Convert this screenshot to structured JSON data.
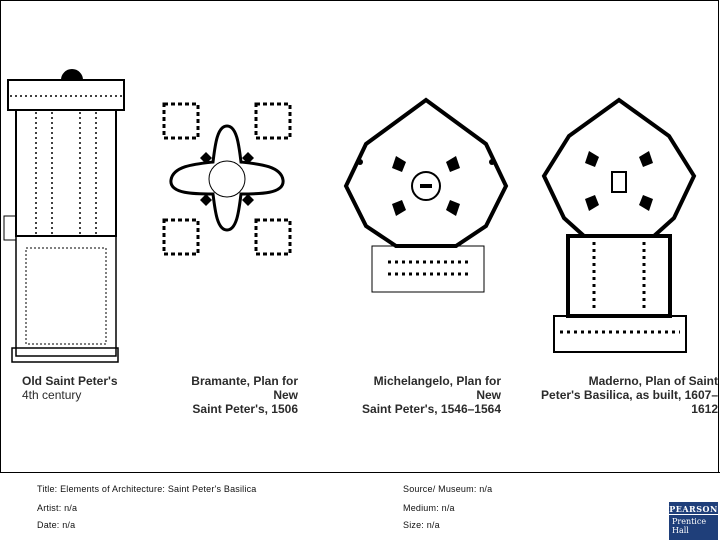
{
  "captions": {
    "old": {
      "line1": "Old Saint Peter's",
      "line2": "4th century"
    },
    "bramante": {
      "line1": "Bramante, Plan for New",
      "line2": "Saint Peter's, 1506"
    },
    "michelangelo": {
      "line1": "Michelangelo, Plan for New",
      "line2": "Saint Peter's, 1546–1564"
    },
    "maderno": {
      "line1": "Maderno, Plan of Saint",
      "line2": "Peter's Basilica, as built, 1607–1612"
    }
  },
  "metadata": {
    "title": "Title:  Elements of Architecture: Saint Peter's Basilica",
    "source": "Source/ Museum:  n/a",
    "artist": "Artist:  n/a",
    "medium": "Medium:  n/a",
    "date": "Date:  n/a",
    "size": "Size:  n/a"
  },
  "logo": {
    "brand": "PEARSON",
    "line1": "Prentice",
    "line2": "Hall"
  }
}
